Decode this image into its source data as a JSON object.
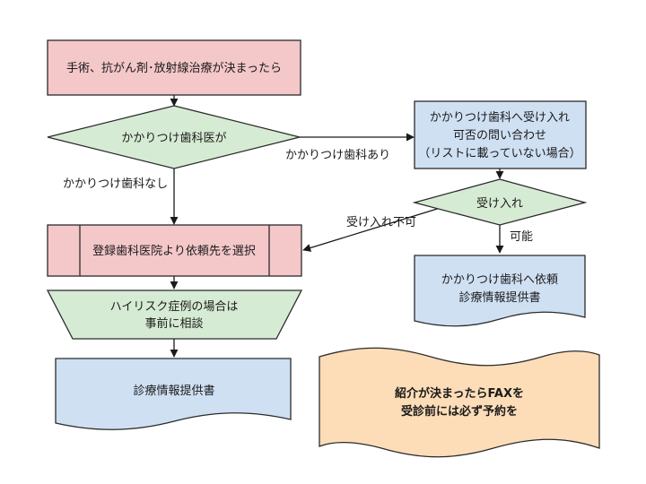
{
  "colors": {
    "pink": "#f4c7c9",
    "green": "#d6ebd3",
    "blue": "#cfe0f3",
    "peach": "#fcddb8",
    "line": "#1a1a1a"
  },
  "nodes": {
    "start": {
      "text": "手術、抗がん剤･放射線治療が決まったら"
    },
    "decision": {
      "text": "かかりつけ歯科医が"
    },
    "inquiry": {
      "lines": [
        "かかりつけ歯科へ受け入れ",
        "可否の問い合わせ",
        "（リストに載っていない場合）"
      ]
    },
    "accept": {
      "text": "受け入れ"
    },
    "select": {
      "text": "登録歯科医院より依頼先を選択"
    },
    "request_doc": {
      "lines": [
        "かかりつけ歯科へ依頼",
        "診療情報提供書"
      ]
    },
    "consult": {
      "lines": [
        "ハイリスク症例の場合は",
        "事前に相談"
      ]
    },
    "info_doc": {
      "text": "診療情報提供書"
    },
    "note": {
      "lines": [
        "紹介が決まったらFAXを",
        "受診前には必ず予約を"
      ]
    }
  },
  "edges": {
    "yes_label": "かかりつけ歯科あり",
    "no_label": "かかりつけ歯科なし",
    "reject_label": "受け入れ不可",
    "ok_label": "可能"
  }
}
